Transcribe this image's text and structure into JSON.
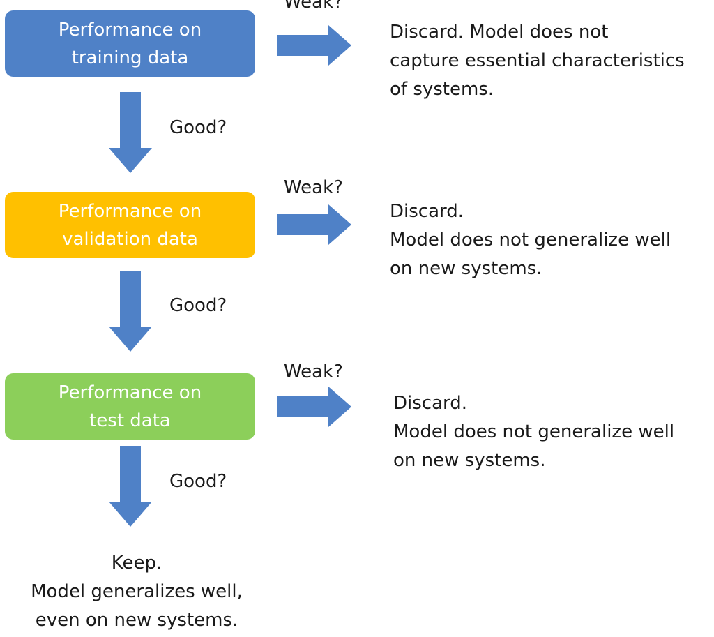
{
  "steps": [
    {
      "line1": "Performance on",
      "line2": "training data",
      "down_label": "Good?",
      "right_label": "Weak?",
      "outcome": [
        "Discard. Model does not",
        "capture essential characteristics",
        "of systems."
      ]
    },
    {
      "line1": "Performance on",
      "line2": "validation data",
      "down_label": "Good?",
      "right_label": "Weak?",
      "outcome": [
        "Discard.",
        "Model does not generalize well",
        "on new systems."
      ]
    },
    {
      "line1": "Performance on",
      "line2": "test data",
      "down_label": "Good?",
      "right_label": "Weak?",
      "outcome": [
        "Discard.",
        "Model does not generalize well",
        "on new systems."
      ]
    }
  ],
  "final": [
    "Keep.",
    "Model generalizes well,",
    "even on new systems."
  ],
  "colors": {
    "training": "#4f81c7",
    "validation": "#ffc000",
    "test": "#8ccf5a",
    "arrow": "#4f81c7"
  }
}
